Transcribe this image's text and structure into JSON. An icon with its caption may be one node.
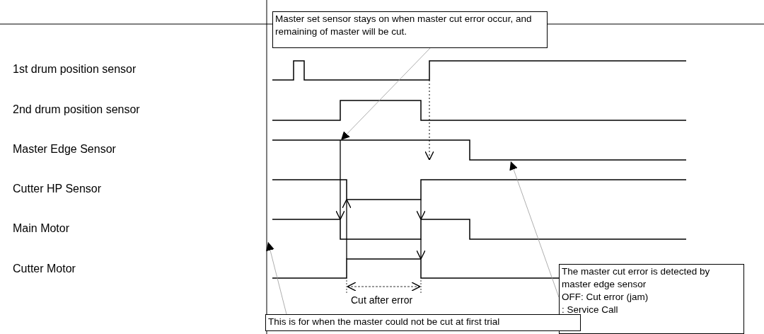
{
  "diagram": {
    "nodes": [
      {
        "text": [
          "Master set sensor stays on when master cut error occur, and remaining of master will be cut."
        ]
      },
      {
        "text": [
          "The master cut error is detected by master edge sensor",
          "OFF: Cut error (jam)",
          ": Service Call"
        ]
      },
      {
        "text": [
          "This is for when the master could not be cut at first trial"
        ]
      }
    ],
    "edges": [
      {
        "from": 0,
        "to": null,
        "arrow": "to"
      },
      {
        "from": 1,
        "to": null,
        "arrow": "to"
      },
      {
        "from": 2,
        "to": null,
        "arrow": "to"
      }
    ],
    "labels": [
      "1st drum position sensor",
      "2nd drum position sensor",
      "Master Edge Sensor",
      "Cutter HP Sensor",
      "Main Motor",
      "Cutter Motor",
      "Cut after error"
    ]
  }
}
